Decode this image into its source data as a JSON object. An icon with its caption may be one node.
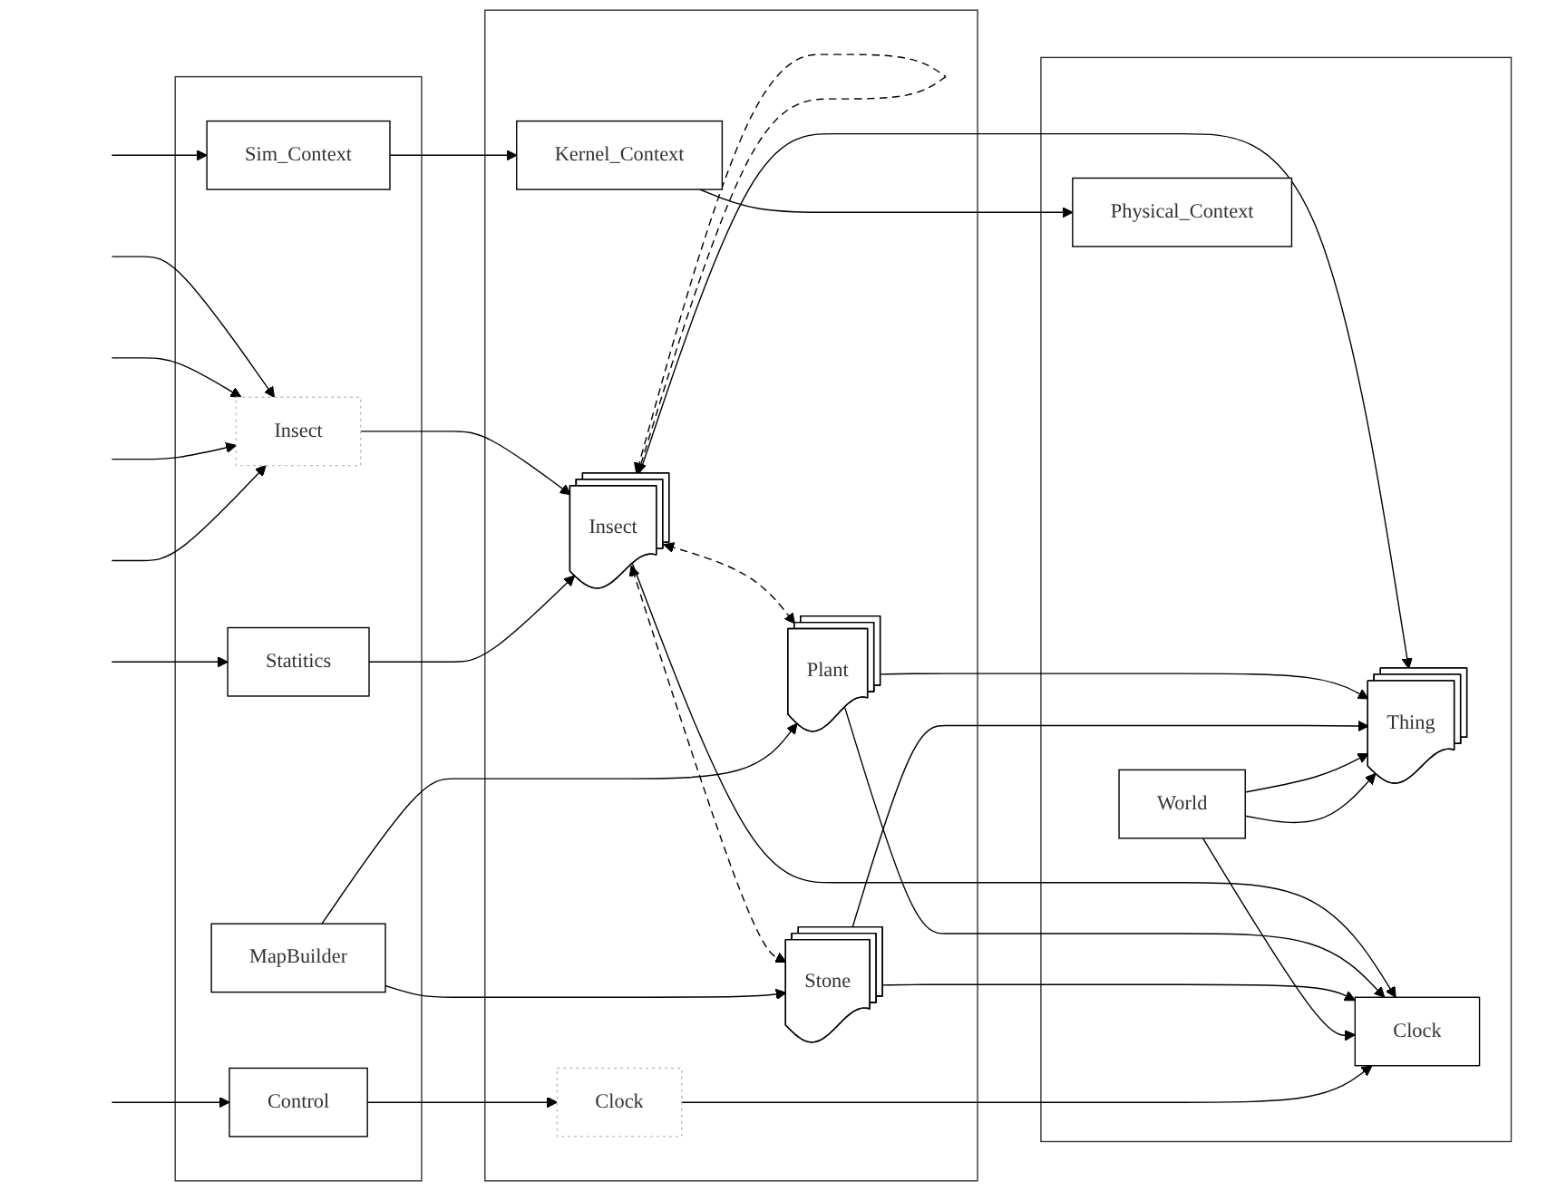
{
  "diagram": {
    "nodes": [
      {
        "text": [],
        "shape": "box"
      },
      {
        "text": [
          "Insect"
        ],
        "in": 0
      },
      {
        "text": [
          "Statitics"
        ],
        "in": 0
      },
      {
        "text": [
          "MapBuilder"
        ],
        "in": 0
      },
      {
        "text": [
          "Control"
        ],
        "in": 0
      },
      {
        "text": [
          "Sim_Context"
        ],
        "in": 0
      },
      {
        "text": [],
        "shape": "box"
      },
      {
        "text": [
          "Insect"
        ],
        "in": 6
      },
      {
        "text": [
          "Plant"
        ],
        "in": 6
      },
      {
        "text": [
          "Stone"
        ],
        "in": 6
      },
      {
        "text": [
          "Clock"
        ],
        "in": 6
      },
      {
        "text": [
          "Kernel_Context"
        ],
        "in": 6
      },
      {
        "text": [],
        "shape": "box"
      },
      {
        "text": [
          "Thing"
        ],
        "in": 12
      },
      {
        "text": [
          "World"
        ],
        "in": 12
      },
      {
        "text": [
          "Clock"
        ],
        "in": 12
      },
      {
        "text": [
          "Physical_Context"
        ],
        "in": 12
      }
    ],
    "edges": [
      {
        "from": null,
        "to": 1,
        "arrow": "to"
      },
      {
        "from": null,
        "to": 1,
        "arrow": "to"
      },
      {
        "from": null,
        "to": 1,
        "arrow": "to"
      },
      {
        "from": null,
        "to": 1,
        "arrow": "to"
      },
      {
        "from": 1,
        "to": 7,
        "arrow": "to"
      },
      {
        "from": 7,
        "to": 7,
        "arrow": "both",
        "style": "dashed"
      },
      {
        "from": 7,
        "to": 8,
        "arrow": "both",
        "style": "dashed"
      },
      {
        "from": 7,
        "to": 9,
        "arrow": "both",
        "style": "dashed"
      },
      {
        "from": 7,
        "to": 13,
        "arrow": "to"
      },
      {
        "from": 7,
        "to": 15,
        "arrow": "to"
      },
      {
        "from": null,
        "to": 2,
        "arrow": "to"
      },
      {
        "from": 2,
        "to": 7,
        "arrow": "to"
      },
      {
        "from": 3,
        "to": 8,
        "arrow": "to"
      },
      {
        "from": 3,
        "to": 9,
        "arrow": "to"
      },
      {
        "from": 8,
        "to": 13,
        "arrow": "to"
      },
      {
        "from": 8,
        "to": 15,
        "arrow": "to"
      },
      {
        "from": 9,
        "to": 13,
        "arrow": "to"
      },
      {
        "from": 9,
        "to": 15,
        "arrow": "to"
      },
      {
        "from": 14,
        "to": 13,
        "arrow": "to"
      },
      {
        "from": 14,
        "to": 13,
        "arrow": "to"
      },
      {
        "from": 14,
        "to": 15,
        "arrow": "to"
      },
      {
        "from": null,
        "to": 4,
        "arrow": "to"
      },
      {
        "from": 4,
        "to": 10,
        "arrow": "to"
      },
      {
        "from": 10,
        "to": 15,
        "arrow": "to"
      },
      {
        "from": null,
        "to": 5,
        "arrow": "to"
      },
      {
        "from": 5,
        "to": 11,
        "arrow": "to"
      },
      {
        "from": 11,
        "to": 16,
        "arrow": "to"
      }
    ]
  }
}
